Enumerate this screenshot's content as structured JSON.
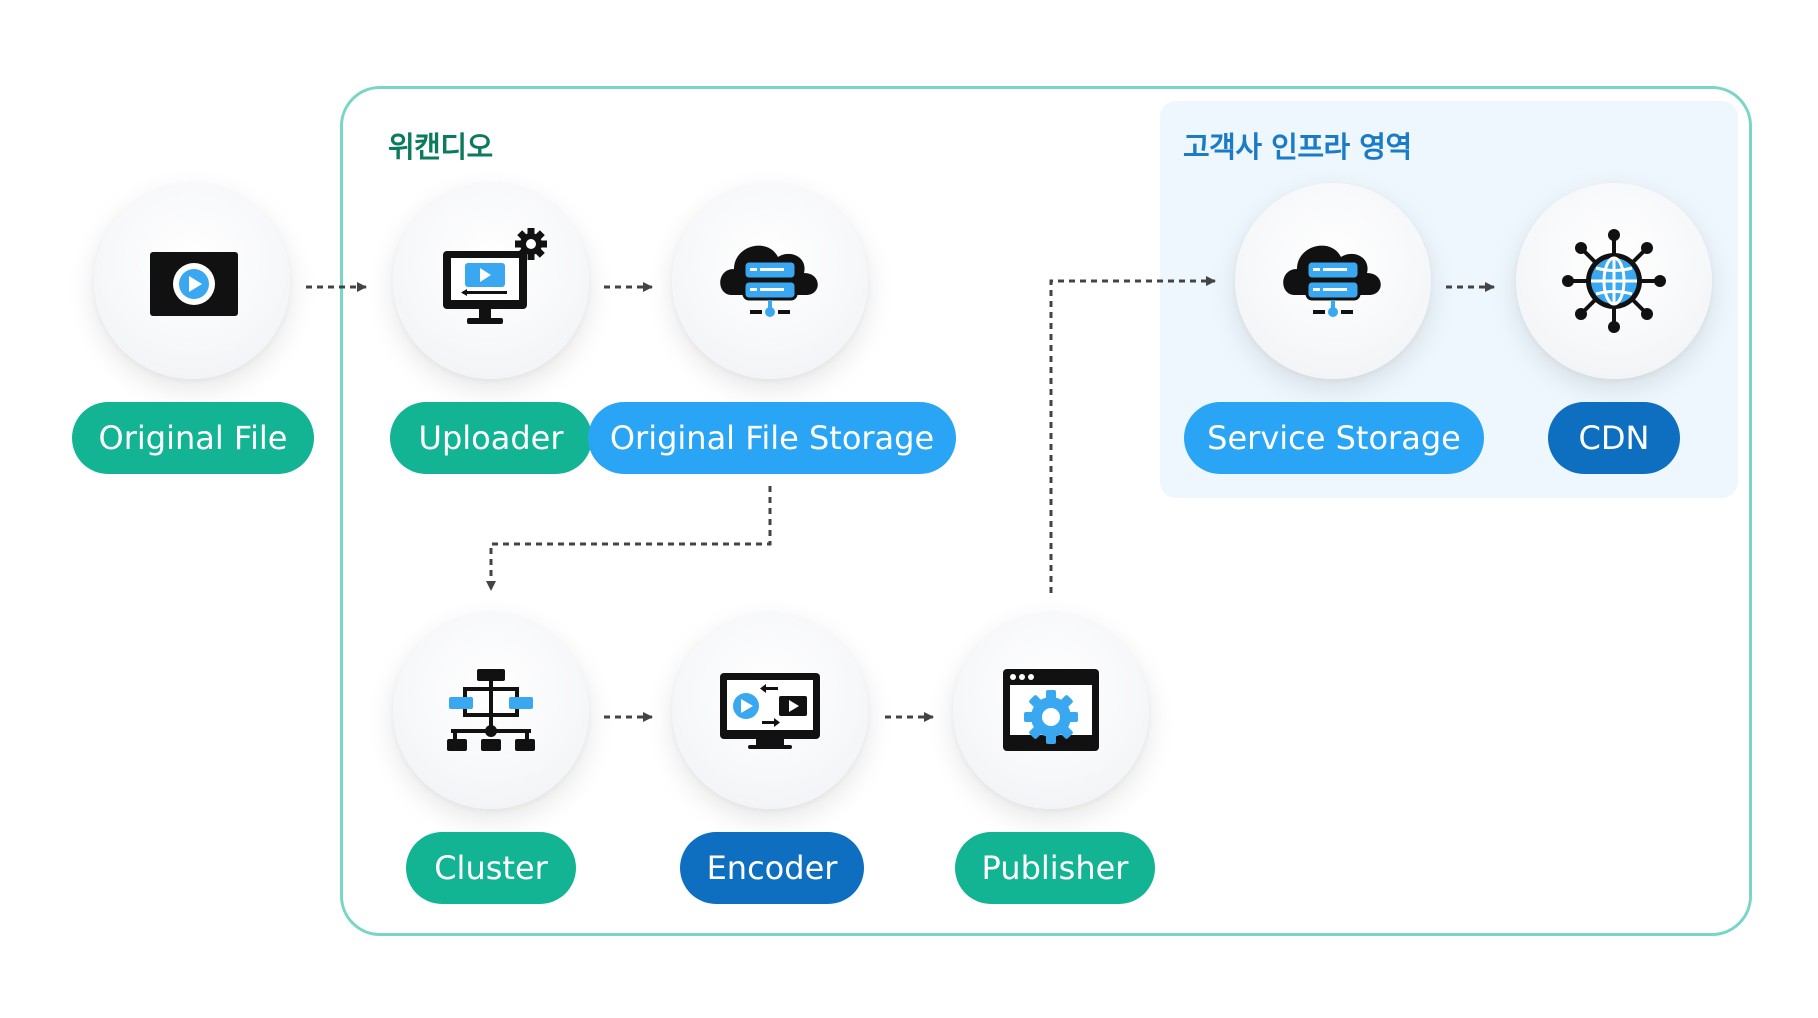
{
  "groups": {
    "main_title": "위캔디오",
    "infra_title": "고객사 인프라 영역"
  },
  "nodes": [
    {
      "id": "original-file",
      "label": "Original File",
      "icon": "video-file-icon"
    },
    {
      "id": "uploader",
      "label": "Uploader",
      "icon": "monitor-upload-gear-icon"
    },
    {
      "id": "original-file-storage",
      "label": "Original File Storage",
      "icon": "cloud-server-icon"
    },
    {
      "id": "cluster",
      "label": "Cluster",
      "icon": "cluster-hierarchy-icon"
    },
    {
      "id": "encoder",
      "label": "Encoder",
      "icon": "video-convert-monitor-icon"
    },
    {
      "id": "publisher",
      "label": "Publisher",
      "icon": "browser-gear-icon"
    },
    {
      "id": "service-storage",
      "label": "Service Storage",
      "icon": "cloud-server-icon"
    },
    {
      "id": "cdn",
      "label": "CDN",
      "icon": "globe-network-icon"
    }
  ],
  "edges": [
    [
      "original-file",
      "uploader"
    ],
    [
      "uploader",
      "original-file-storage"
    ],
    [
      "original-file-storage",
      "cluster"
    ],
    [
      "cluster",
      "encoder"
    ],
    [
      "encoder",
      "publisher"
    ],
    [
      "publisher",
      "service-storage"
    ],
    [
      "service-storage",
      "cdn"
    ]
  ],
  "colors": {
    "teal": "#13b494",
    "sky": "#2aa5f5",
    "navy": "#0e6fc0",
    "group_border": "#79d6c6",
    "infra_bg": "#eef7fd",
    "icon_blue": "#3aa8f0"
  }
}
